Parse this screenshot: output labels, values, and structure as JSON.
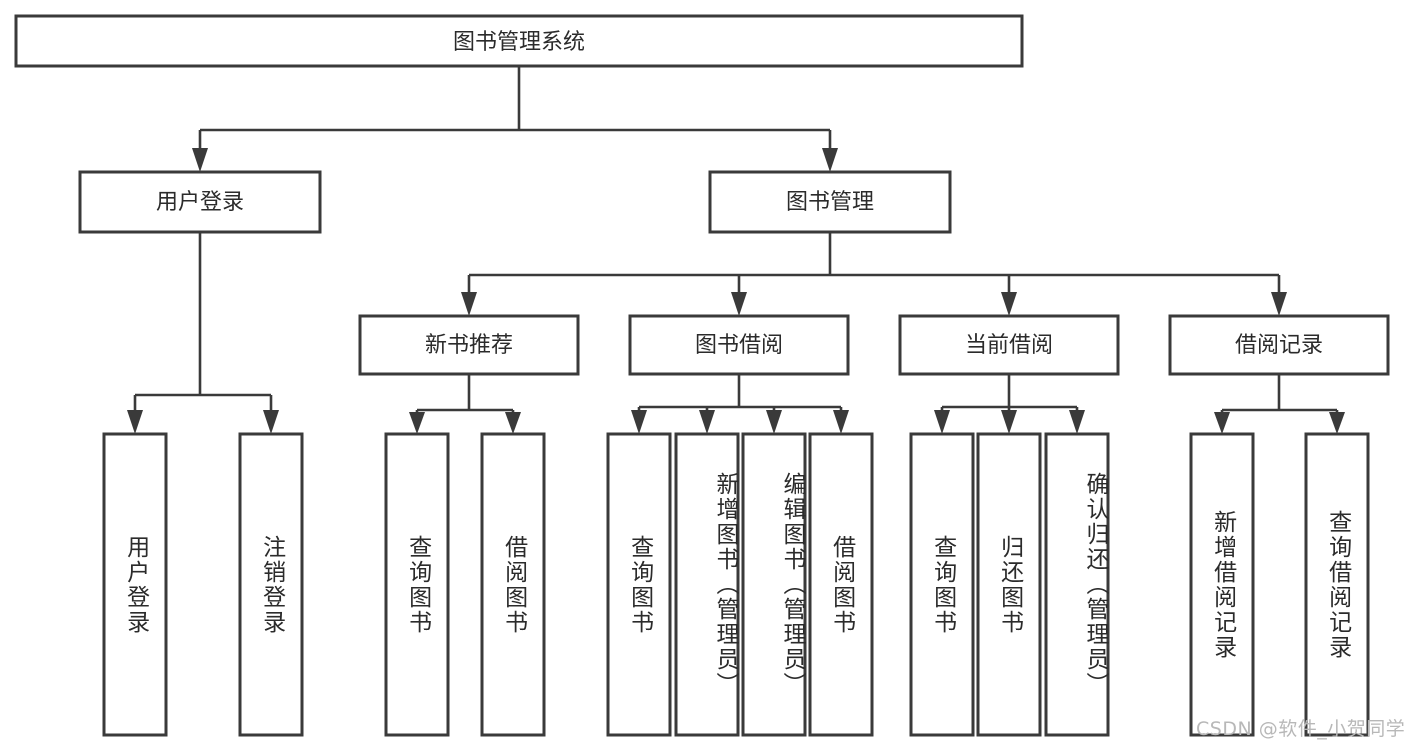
{
  "diagram": {
    "type": "tree-hierarchy",
    "title": "图书管理系统",
    "orientation": "top-down",
    "levels": 4,
    "root": {
      "id": "root",
      "label": "图书管理系统",
      "text_direction": "horizontal"
    },
    "level2": [
      {
        "id": "user-login",
        "label": "用户登录",
        "text_direction": "horizontal"
      },
      {
        "id": "book-manage",
        "label": "图书管理",
        "text_direction": "horizontal"
      }
    ],
    "level3": [
      {
        "id": "new-book-rec",
        "label": "新书推荐",
        "parent": "book-manage",
        "text_direction": "horizontal"
      },
      {
        "id": "book-borrow",
        "label": "图书借阅",
        "parent": "book-manage",
        "text_direction": "horizontal"
      },
      {
        "id": "current-borrow",
        "label": "当前借阅",
        "parent": "book-manage",
        "text_direction": "horizontal"
      },
      {
        "id": "borrow-record",
        "label": "借阅记录",
        "parent": "book-manage",
        "text_direction": "horizontal"
      }
    ],
    "leaves": [
      {
        "id": "leaf-user-login",
        "label": "用户登录",
        "parent": "user-login",
        "text_direction": "vertical"
      },
      {
        "id": "leaf-logout",
        "label": "注销登录",
        "parent": "user-login",
        "text_direction": "vertical"
      },
      {
        "id": "leaf-query-book-1",
        "label": "查询图书",
        "parent": "new-book-rec",
        "text_direction": "vertical"
      },
      {
        "id": "leaf-borrow-book-1",
        "label": "借阅图书",
        "parent": "new-book-rec",
        "text_direction": "vertical"
      },
      {
        "id": "leaf-query-book-2",
        "label": "查询图书",
        "parent": "book-borrow",
        "text_direction": "vertical"
      },
      {
        "id": "leaf-add-book",
        "label": "新增图书（管理员）",
        "parent": "book-borrow",
        "text_direction": "vertical"
      },
      {
        "id": "leaf-edit-book",
        "label": "编辑图书（管理员）",
        "parent": "book-borrow",
        "text_direction": "vertical"
      },
      {
        "id": "leaf-borrow-book-2",
        "label": "借阅图书",
        "parent": "book-borrow",
        "text_direction": "vertical"
      },
      {
        "id": "leaf-query-book-3",
        "label": "查询图书",
        "parent": "current-borrow",
        "text_direction": "vertical"
      },
      {
        "id": "leaf-return-book",
        "label": "归还图书",
        "parent": "current-borrow",
        "text_direction": "vertical"
      },
      {
        "id": "leaf-confirm-return",
        "label": "确认归还（管理员）",
        "parent": "current-borrow",
        "text_direction": "vertical"
      },
      {
        "id": "leaf-add-record",
        "label": "新增借阅记录",
        "parent": "borrow-record",
        "text_direction": "vertical"
      },
      {
        "id": "leaf-query-record",
        "label": "查询借阅记录",
        "parent": "borrow-record",
        "text_direction": "vertical"
      }
    ]
  },
  "watermark": {
    "text": "CSDN @软件_小贺同学"
  },
  "colors": {
    "box_stroke": "#3a3a3a",
    "box_fill": "#ffffff",
    "text": "#2b2b2b",
    "background": "#ffffff",
    "watermark": "#b8b8b8"
  }
}
